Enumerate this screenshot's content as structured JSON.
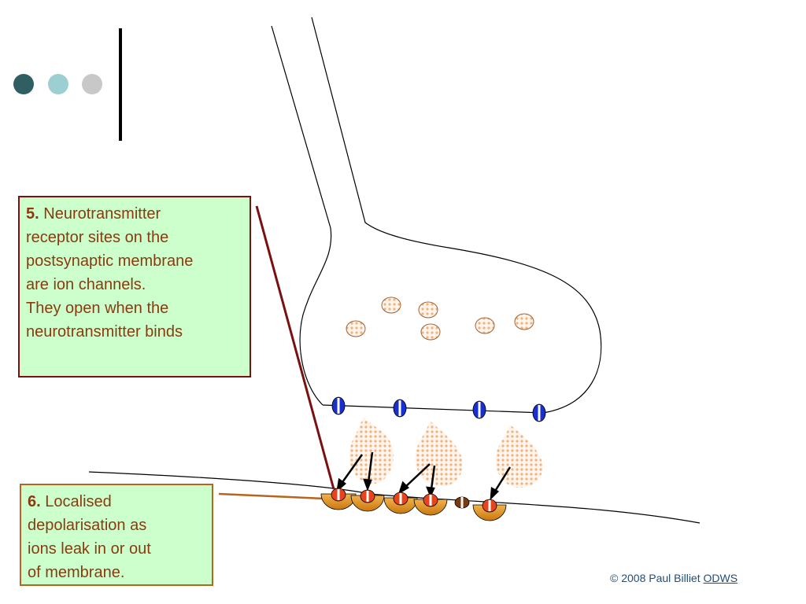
{
  "decor": {
    "dot_colors": [
      "#2f5f63",
      "#9ccfd2",
      "#c8c8c8"
    ]
  },
  "callout5": {
    "number": "5.",
    "lines": [
      "Neurotransmitter",
      "receptor sites on the",
      "postsynaptic membrane",
      "are ion channels.",
      "They open when the",
      "neurotransmitter binds"
    ]
  },
  "callout6": {
    "number": "6.",
    "lines": [
      "Localised",
      "depolarisation as",
      "ions leak in or out",
      "of membrane."
    ]
  },
  "footer": {
    "copyright": "© 2008 Paul Billiet",
    "link": "ODWS"
  },
  "colors": {
    "vesicle": "#f6c9a0",
    "presynaptic_channel": "#1a2fd0",
    "receptor_open": "#e8431b",
    "receptor_closed": "#7a3a10",
    "receptor_base": "#e89a1c",
    "leader5": "#7a1010",
    "leader6": "#b5651d"
  }
}
